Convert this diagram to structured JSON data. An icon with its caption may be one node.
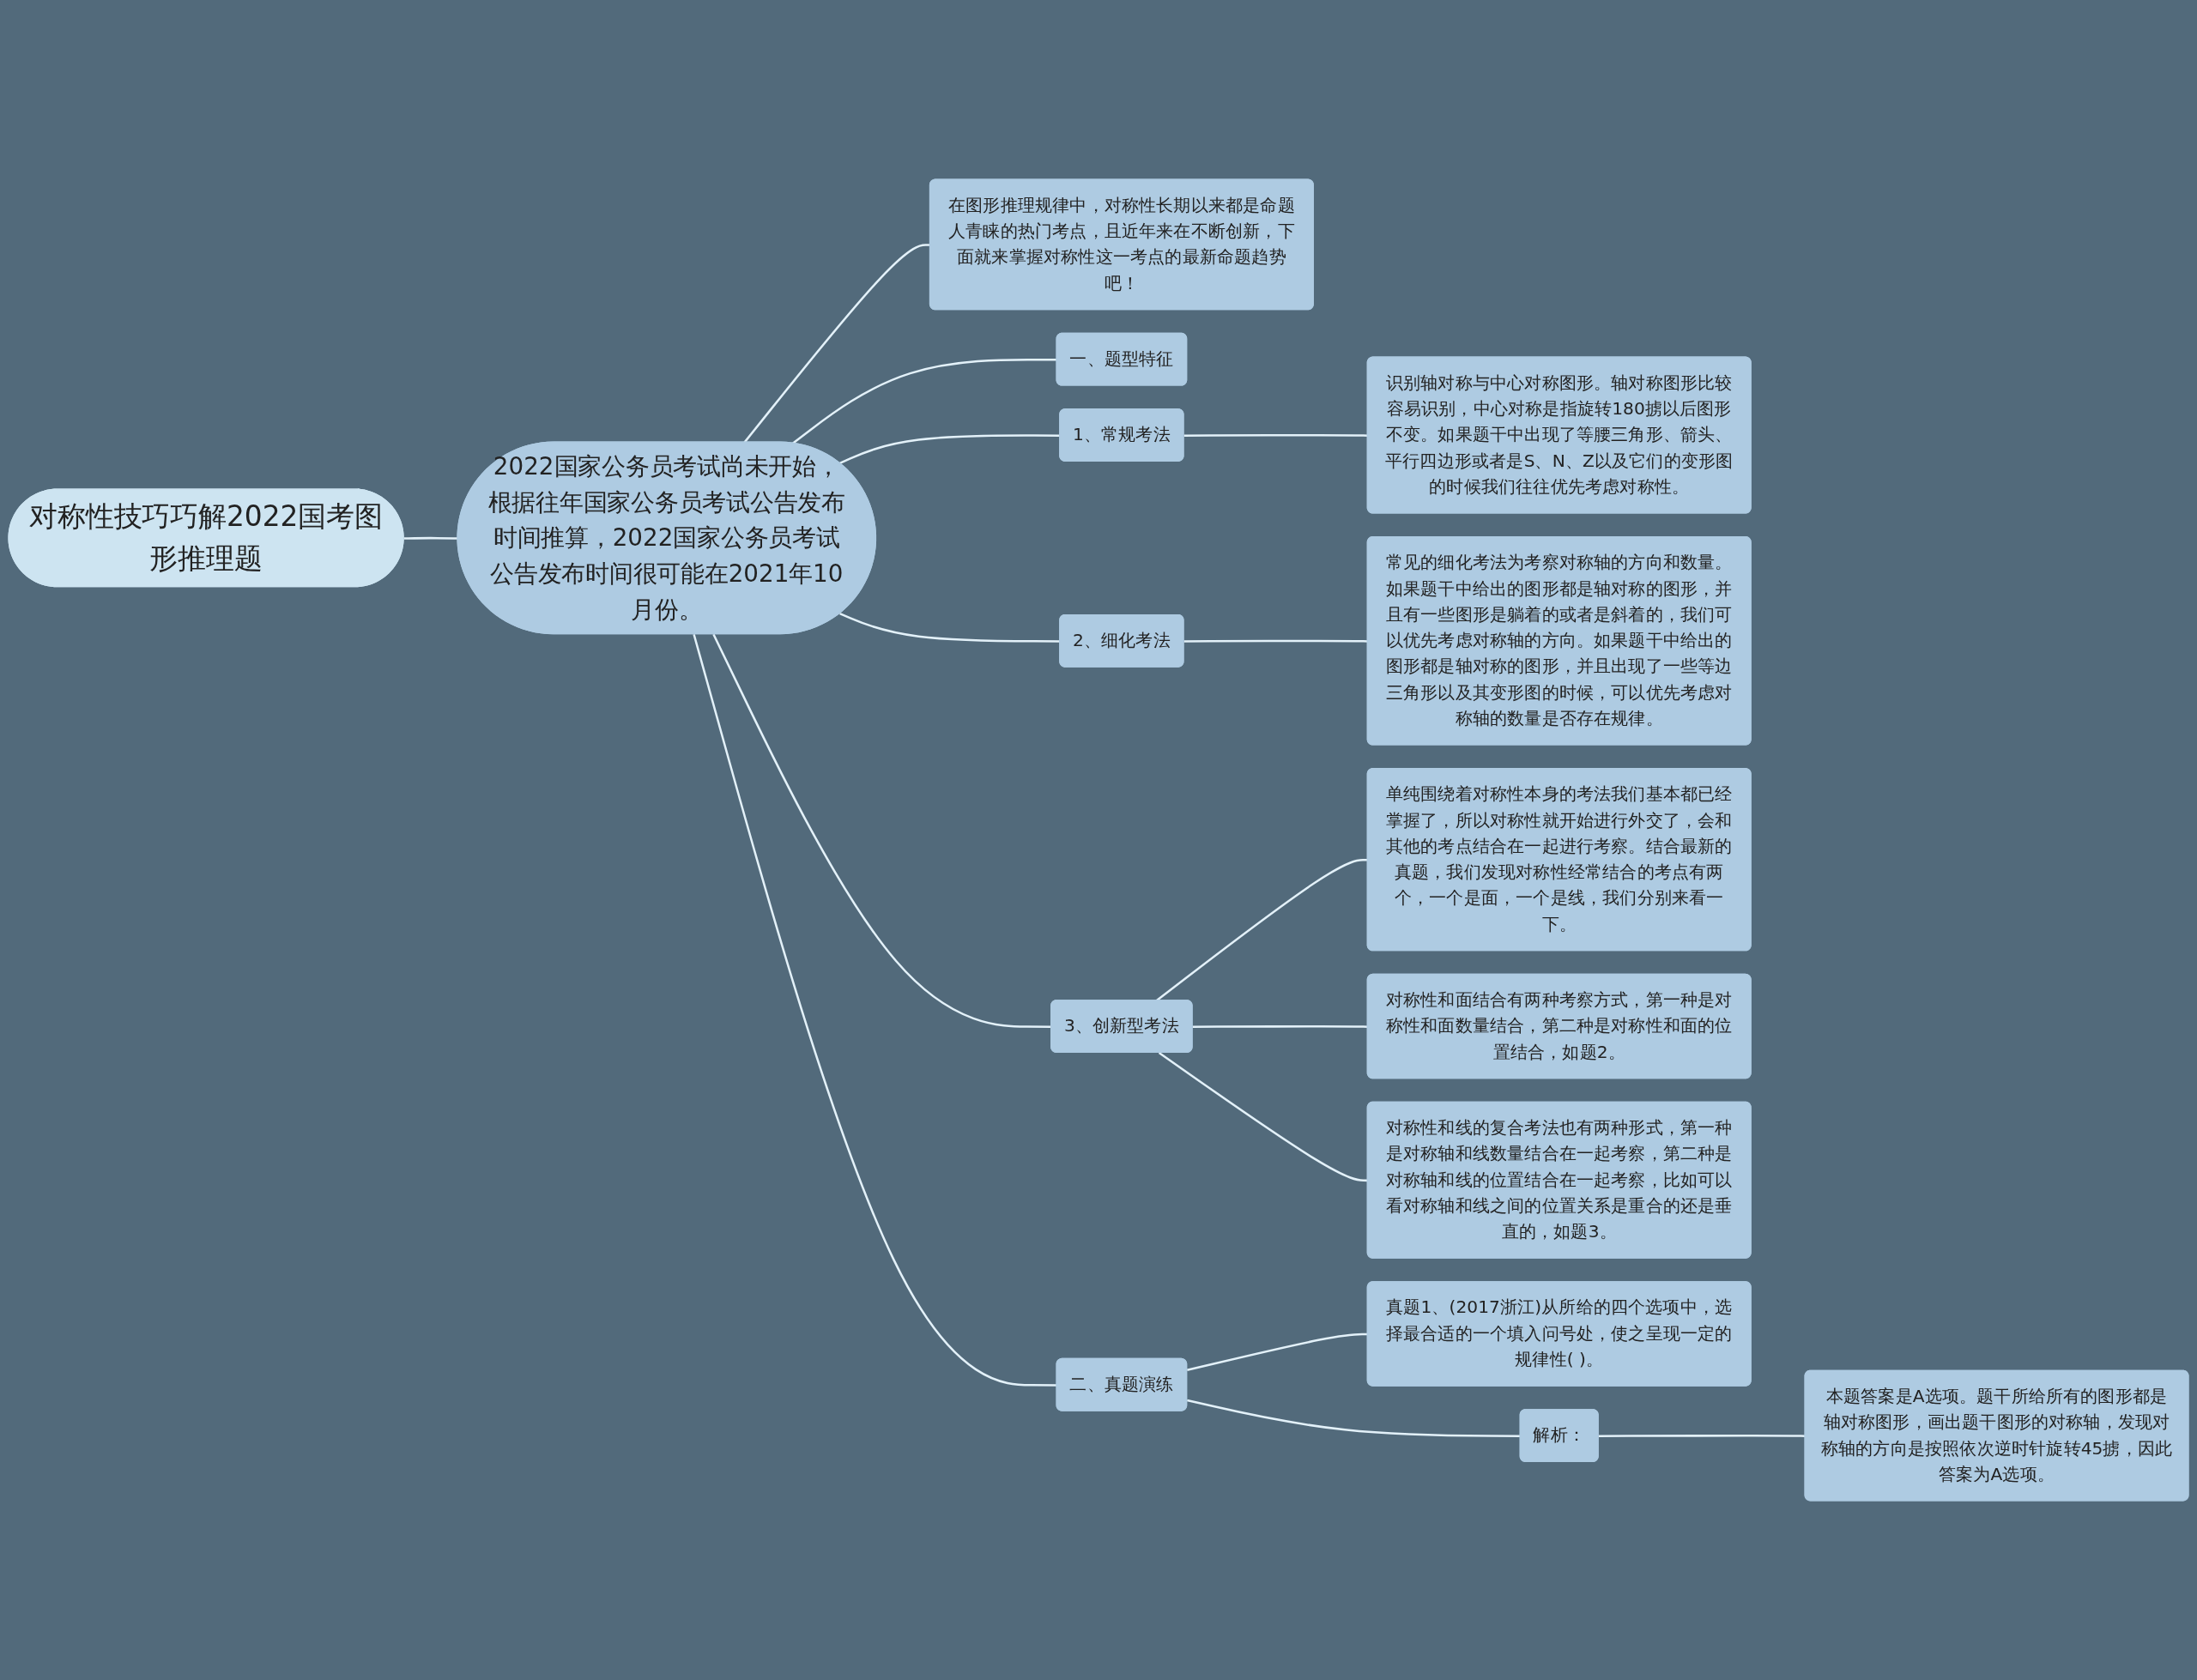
{
  "diagram": {
    "nodes": [
      {
        "text": [
          "对称性技巧巧解2022国考图形推理题"
        ]
      },
      {
        "text": [
          "2022国家公务员考试尚未开始，根据往年国家公务员考试公告发布时间推算，2022国家公务员考试公告发布时间很可能在2021年10月份。"
        ]
      },
      {
        "text": [
          "在图形推理规律中，对称性长期以来都是命题人青睐的热门考点，且近年来在不断创新，下面就来掌握对称性这一考点的最新命题趋势吧！"
        ]
      },
      {
        "text": [
          "一、题型特征"
        ]
      },
      {
        "text": [
          "1、常规考法"
        ]
      },
      {
        "text": [
          "识别轴对称与中心对称图形。轴对称图形比较容易识别，中心对称是指旋转180掳以后图形不变。如果题干中出现了等腰三角形、箭头、平行四边形或者是S、N、Z以及它们的变形图的时候我们往往优先考虑对称性。"
        ]
      },
      {
        "text": [
          "2、细化考法"
        ]
      },
      {
        "text": [
          "常见的细化考法为考察对称轴的方向和数量。如果题干中给出的图形都是轴对称的图形，并且有一些图形是躺着的或者是斜着的，我们可以优先考虑对称轴的方向。如果题干中给出的图形都是轴对称的图形，并且出现了一些等边三角形以及其变形图的时候，可以优先考虑对称轴的数量是否存在规律。"
        ]
      },
      {
        "text": [
          "3、创新型考法"
        ]
      },
      {
        "text": [
          "单纯围绕着对称性本身的考法我们基本都已经掌握了，所以对称性就开始进行外交了，会和其他的考点结合在一起进行考察。结合最新的真题，我们发现对称性经常结合的考点有两个，一个是面，一个是线，我们分别来看一下。"
        ]
      },
      {
        "text": [
          "对称性和面结合有两种考察方式，第一种是对称性和面数量结合，第二种是对称性和面的位置结合，如题2。"
        ]
      },
      {
        "text": [
          "对称性和线的复合考法也有两种形式，第一种是对称轴和线数量结合在一起考察，第二种是对称轴和线的位置结合在一起考察，比如可以看对称轴和线之间的位置关系是重合的还是垂直的，如题3。"
        ]
      },
      {
        "text": [
          "二、真题演练"
        ]
      },
      {
        "text": [
          "真题1、(2017浙江)从所给的四个选项中，选择最合适的一个填入问号处，使之呈现一定的规律性( )。"
        ]
      },
      {
        "text": [
          "解析："
        ]
      },
      {
        "text": [
          "本题答案是A选项。题干所给所有的图形都是轴对称图形，画出题干图形的对称轴，发现对称轴的方向是按照依次逆时针旋转45掳，因此答案为A选项。"
        ]
      }
    ],
    "edges": [
      {
        "from": 0,
        "to": 1,
        "arrow": "none"
      },
      {
        "from": 1,
        "to": 2,
        "arrow": "none"
      },
      {
        "from": 1,
        "to": 3,
        "arrow": "none"
      },
      {
        "from": 1,
        "to": 4,
        "arrow": "none"
      },
      {
        "from": 1,
        "to": 6,
        "arrow": "none"
      },
      {
        "from": 1,
        "to": 8,
        "arrow": "none"
      },
      {
        "from": 1,
        "to": 12,
        "arrow": "none"
      },
      {
        "from": 4,
        "to": 5,
        "arrow": "none"
      },
      {
        "from": 6,
        "to": 7,
        "arrow": "none"
      },
      {
        "from": 8,
        "to": 9,
        "arrow": "none"
      },
      {
        "from": 8,
        "to": 10,
        "arrow": "none"
      },
      {
        "from": 8,
        "to": 11,
        "arrow": "none"
      },
      {
        "from": 12,
        "to": 13,
        "arrow": "none"
      },
      {
        "from": 12,
        "to": 14,
        "arrow": "none"
      },
      {
        "from": 14,
        "to": 15,
        "arrow": "none"
      }
    ]
  }
}
